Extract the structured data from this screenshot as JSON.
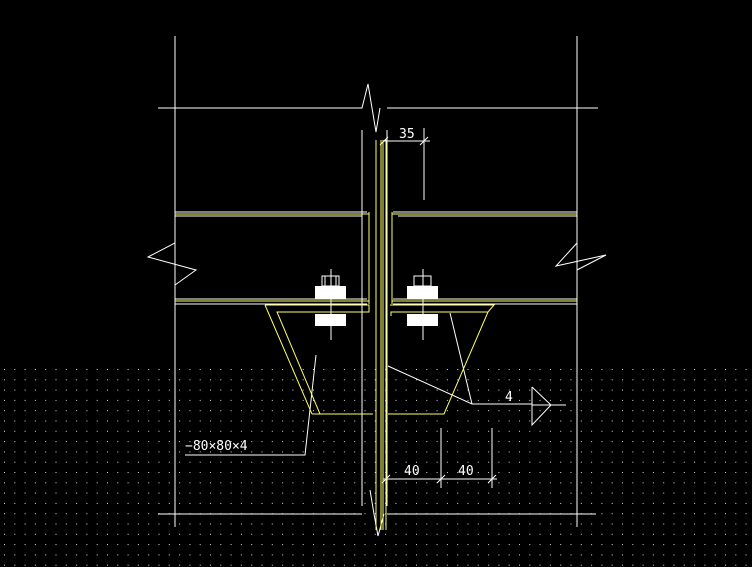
{
  "drawing": {
    "dimension_top": "35",
    "dimension_bottom_left": "40",
    "dimension_bottom_right": "40",
    "weld_size": "4",
    "angle_label": "−80×80×4"
  },
  "colors": {
    "background": "#000000",
    "line": "#ffffff",
    "member": "#ffff66",
    "grid": "#d8d8d8",
    "bolt": "#ffffff"
  }
}
